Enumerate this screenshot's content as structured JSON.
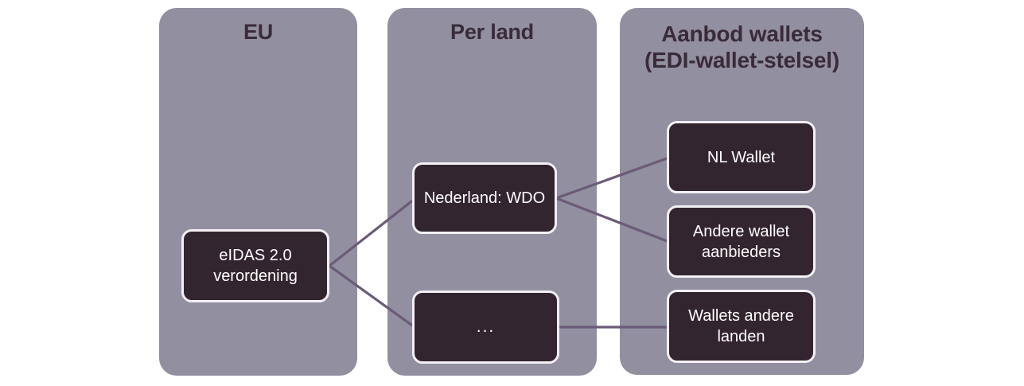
{
  "diagram": {
    "title_panels": [
      {
        "id": "eu",
        "title": "EU"
      },
      {
        "id": "per-land",
        "title": "Per land"
      },
      {
        "id": "aanbod",
        "title": "Aanbod wallets (EDI-wallet-stelsel)"
      }
    ],
    "nodes": {
      "eidas": "eIDAS 2.0 verordening",
      "nederland": "Nederland: WDO",
      "ellipsis": "...",
      "nl_wallet": "NL Wallet",
      "andere_wallet": "Andere wallet aanbieders",
      "wallets_andere_landen": "Wallets andere landen"
    },
    "colors": {
      "panel_background": "#918FA0",
      "node_background": "#33252F",
      "node_border": "#F2F0F4",
      "node_text": "#FFFFFF",
      "title_text": "#3A2B38",
      "edge_line": "#6B5B78",
      "page_background": "#FFFFFF"
    }
  }
}
